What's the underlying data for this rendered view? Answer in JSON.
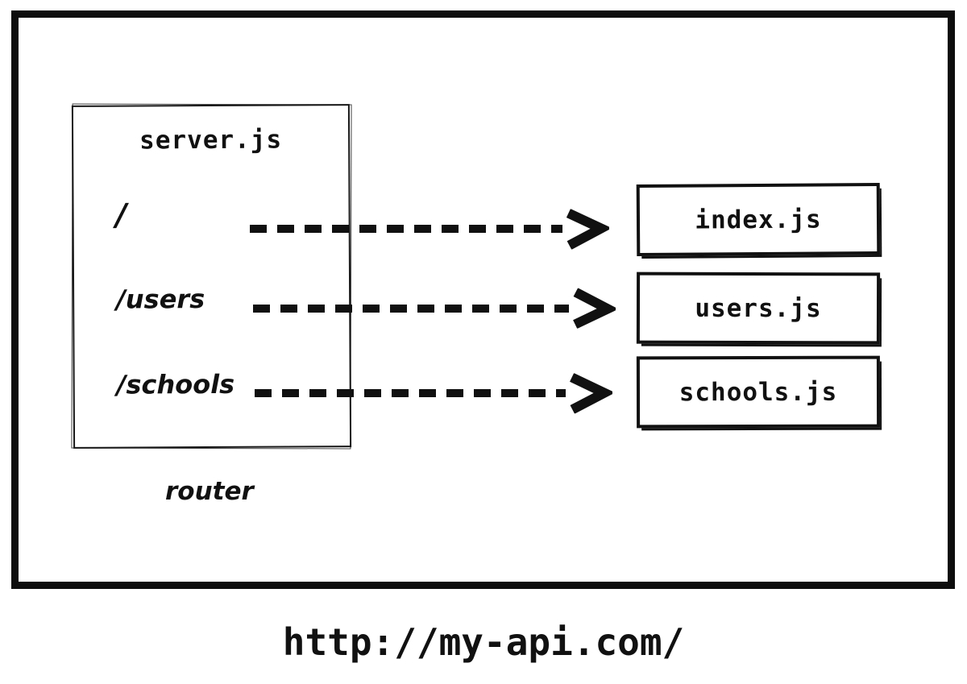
{
  "diagram": {
    "server_box": {
      "title": "server.js",
      "routes": [
        "/",
        "/users",
        "/schools"
      ],
      "label": "router"
    },
    "handlers": [
      "index.js",
      "users.js",
      "schools.js"
    ],
    "url": "http://my-api.com/",
    "icons": {
      "arrowhead": "dashed-arrow-right"
    },
    "colors": {
      "ink": "#111111",
      "background": "#ffffff"
    }
  }
}
